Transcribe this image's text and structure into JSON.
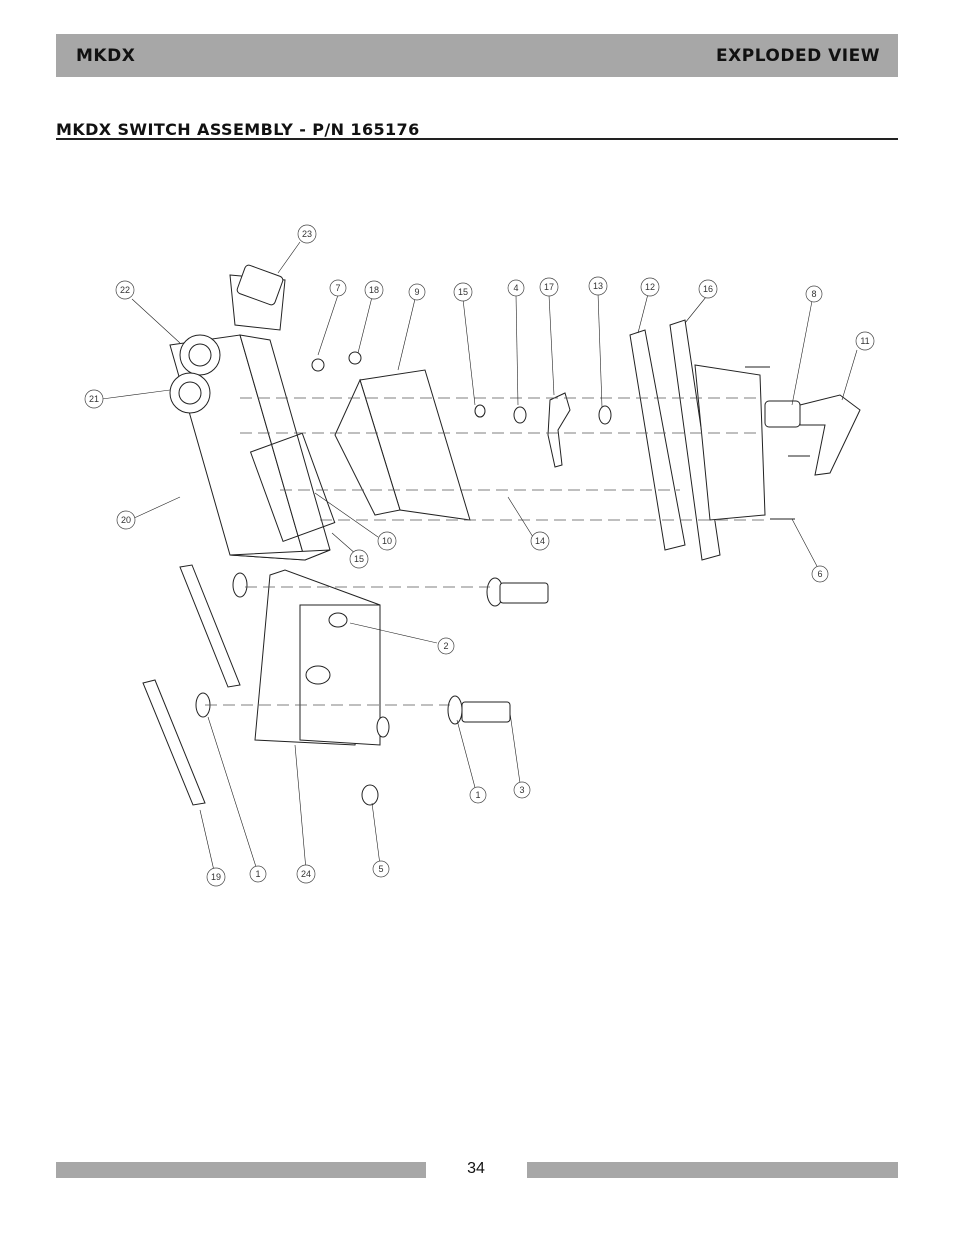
{
  "header": {
    "left_title": "MKDX",
    "right_title": "EXPLODED VIEW"
  },
  "section": {
    "title": "MKDX SWITCH ASSEMBLY - P/N 165176"
  },
  "diagram": {
    "callouts": [
      "23",
      "22",
      "21",
      "20",
      "7",
      "18",
      "9",
      "15",
      "4",
      "17",
      "13",
      "12",
      "16",
      "8",
      "11",
      "10",
      "14",
      "15",
      "6",
      "2",
      "1",
      "3",
      "5",
      "19",
      "1",
      "24"
    ]
  },
  "footer": {
    "page_number": "34"
  }
}
